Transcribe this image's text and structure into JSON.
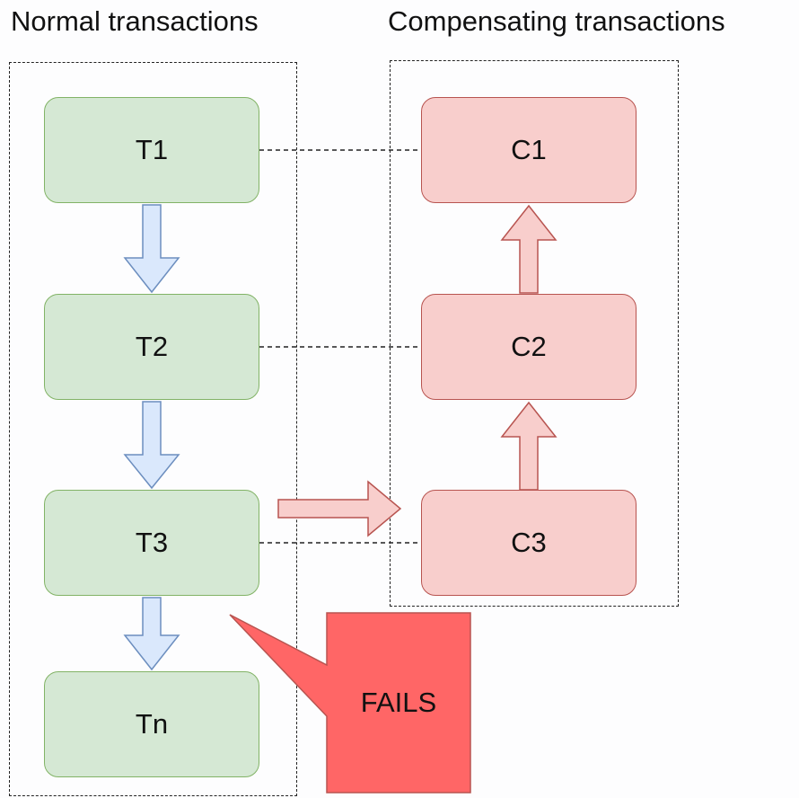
{
  "titles": {
    "left": "Normal transactions",
    "right": "Compensating transactions"
  },
  "transactions": [
    "T1",
    "T2",
    "T3",
    "Tn"
  ],
  "compensations": [
    "C1",
    "C2",
    "C3"
  ],
  "callout": {
    "label": "FAILS"
  },
  "colors": {
    "normal_fill": "#d5e8d4",
    "normal_stroke": "#82b366",
    "comp_fill": "#f8cecc",
    "comp_stroke": "#b85450",
    "arrow_blue_fill": "#dae8fc",
    "arrow_blue_stroke": "#6c8ebf",
    "fail_fill": "#ff6666",
    "fail_stroke": "#b85450"
  }
}
